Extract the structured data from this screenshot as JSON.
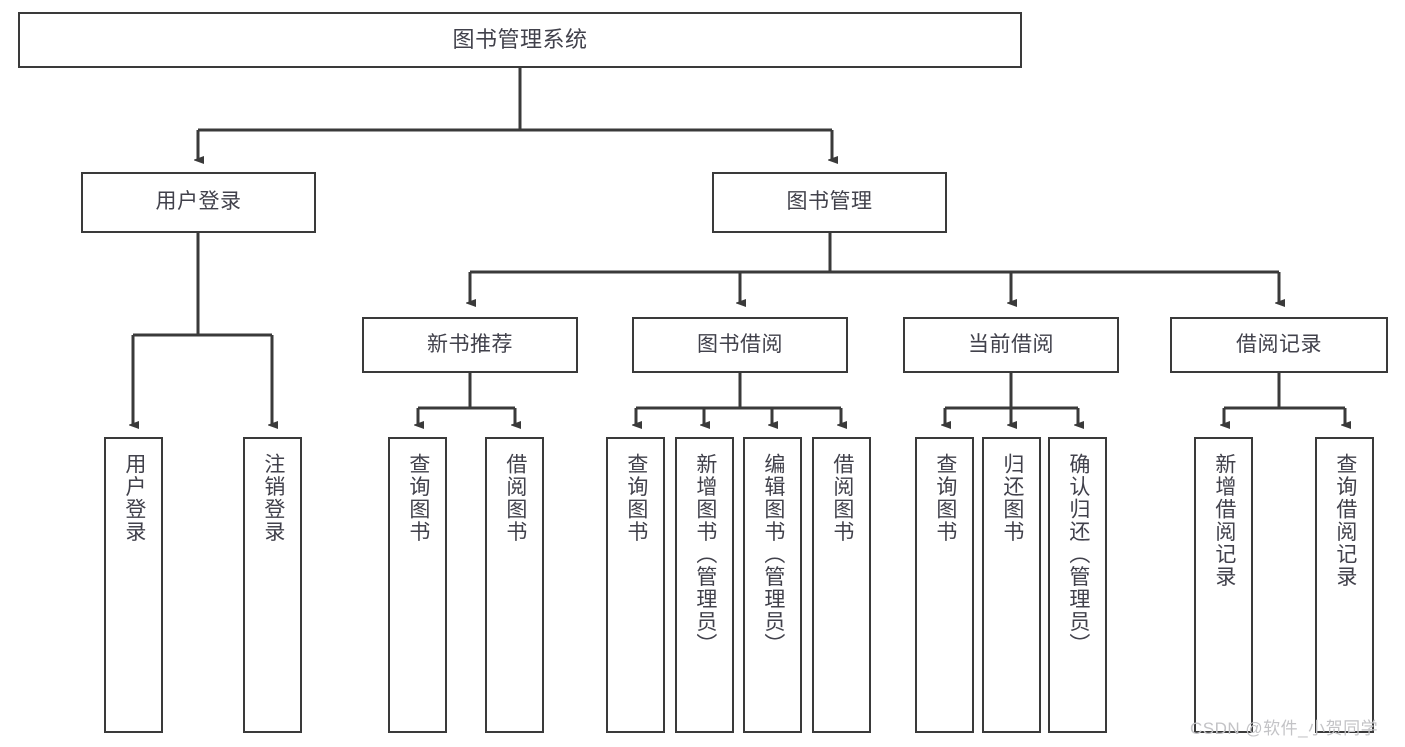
{
  "diagram": {
    "title": "图书管理系统",
    "type": "hierarchy-tree",
    "root": {
      "label": "图书管理系统"
    },
    "level2": [
      {
        "label": "用户登录"
      },
      {
        "label": "图书管理"
      }
    ],
    "level3": [
      {
        "label": "新书推荐"
      },
      {
        "label": "图书借阅"
      },
      {
        "label": "当前借阅"
      },
      {
        "label": "借阅记录"
      }
    ],
    "leaves": {
      "user_login": [
        {
          "label": "用户登录"
        },
        {
          "label": "注销登录"
        }
      ],
      "new_book_recommend": [
        {
          "label": "查询图书"
        },
        {
          "label": "借阅图书"
        }
      ],
      "book_borrow": [
        {
          "label": "查询图书"
        },
        {
          "label": "新增图书（管理员）"
        },
        {
          "label": "编辑图书（管理员）"
        },
        {
          "label": "借阅图书"
        }
      ],
      "current_borrow": [
        {
          "label": "查询图书"
        },
        {
          "label": "归还图书"
        },
        {
          "label": "确认归还（管理员）"
        }
      ],
      "borrow_record": [
        {
          "label": "新增借阅记录"
        },
        {
          "label": "查询借阅记录"
        }
      ]
    },
    "watermark": "CSDN @软件_小贺同学",
    "colors": {
      "border": "#3a3a3a",
      "text": "#41414b",
      "background": "#ffffff",
      "watermark": "#c3c3c6"
    }
  }
}
